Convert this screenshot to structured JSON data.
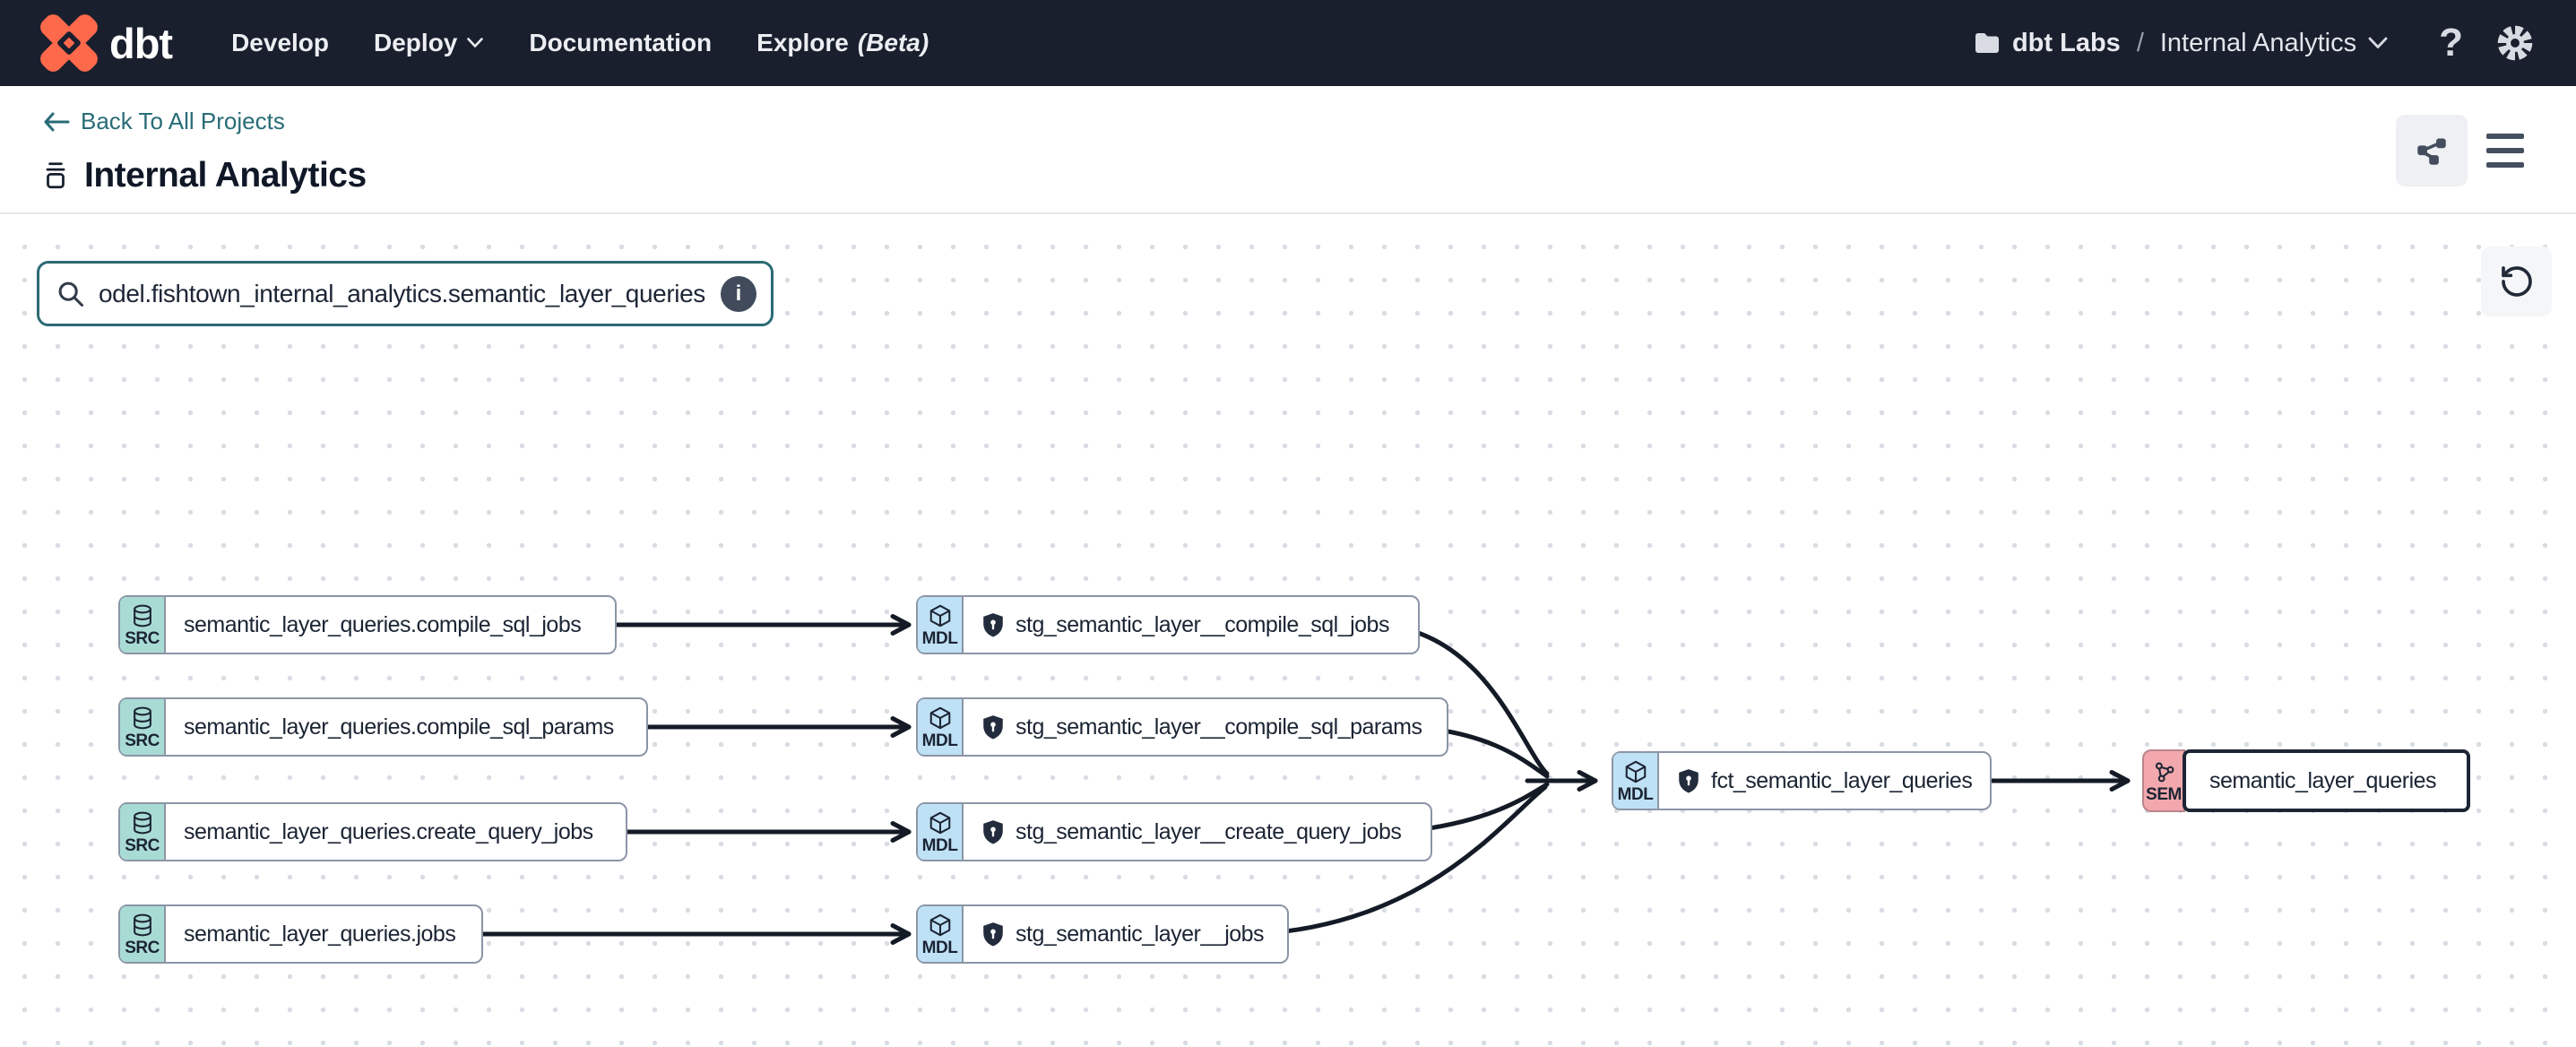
{
  "topnav": {
    "brand": "dbt",
    "items": [
      {
        "label": "Develop"
      },
      {
        "label": "Deploy"
      },
      {
        "label": "Documentation"
      },
      {
        "label": "Explore",
        "suffix": "(Beta)"
      }
    ],
    "help_glyph": "?",
    "breadcrumb": {
      "account": "dbt Labs",
      "separator": "/",
      "project": "Internal Analytics"
    }
  },
  "header": {
    "back_link": "Back To All Projects",
    "title": "Internal Analytics"
  },
  "search": {
    "value": "odel.fishtown_internal_analytics.semantic_layer_queries",
    "info_glyph": "i"
  },
  "graph": {
    "nodes": [
      {
        "type": "SRC",
        "label": "semantic_layer_queries.compile_sql_jobs"
      },
      {
        "type": "SRC",
        "label": "semantic_layer_queries.compile_sql_params"
      },
      {
        "type": "SRC",
        "label": "semantic_layer_queries.create_query_jobs"
      },
      {
        "type": "SRC",
        "label": "semantic_layer_queries.jobs"
      },
      {
        "type": "MDL",
        "label": "stg_semantic_layer__compile_sql_jobs"
      },
      {
        "type": "MDL",
        "label": "stg_semantic_layer__compile_sql_params"
      },
      {
        "type": "MDL",
        "label": "stg_semantic_layer__create_query_jobs"
      },
      {
        "type": "MDL",
        "label": "stg_semantic_layer__jobs"
      },
      {
        "type": "MDL",
        "label": "fct_semantic_layer_queries"
      },
      {
        "type": "SEM",
        "label": "semantic_layer_queries"
      }
    ],
    "edges": [
      {
        "from": "semantic_layer_queries.compile_sql_jobs",
        "to": "stg_semantic_layer__compile_sql_jobs"
      },
      {
        "from": "semantic_layer_queries.compile_sql_params",
        "to": "stg_semantic_layer__compile_sql_params"
      },
      {
        "from": "semantic_layer_queries.create_query_jobs",
        "to": "stg_semantic_layer__create_query_jobs"
      },
      {
        "from": "semantic_layer_queries.jobs",
        "to": "stg_semantic_layer__jobs"
      },
      {
        "from": "stg_semantic_layer__compile_sql_jobs",
        "to": "fct_semantic_layer_queries"
      },
      {
        "from": "stg_semantic_layer__compile_sql_params",
        "to": "fct_semantic_layer_queries"
      },
      {
        "from": "stg_semantic_layer__create_query_jobs",
        "to": "fct_semantic_layer_queries"
      },
      {
        "from": "stg_semantic_layer__jobs",
        "to": "fct_semantic_layer_queries"
      },
      {
        "from": "fct_semantic_layer_queries",
        "to": "semantic_layer_queries"
      }
    ]
  },
  "colors": {
    "nav_bg": "#1a1f2e",
    "brand_orange": "#ff694b",
    "accent_teal": "#2c6b74",
    "src_badge": "#a9dbd5",
    "mdl_badge": "#bfe1f6",
    "sem_badge": "#f2a8ad",
    "edge": "#141b26",
    "spellcheck_red": "#e8604f"
  }
}
